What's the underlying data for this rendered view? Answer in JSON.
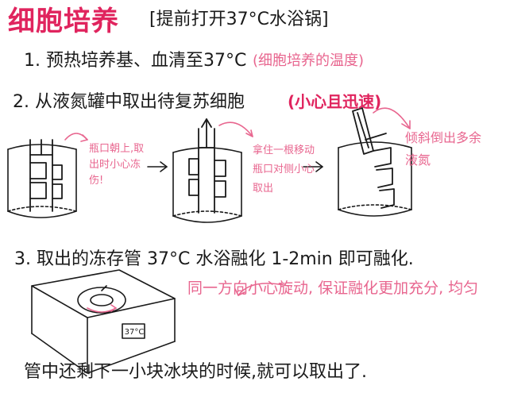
{
  "title": "细胞培养",
  "title_note": "[提前打开37°C水浴锅]",
  "steps": [
    {
      "text": "1. 预热培养基、血清至37°C",
      "note": "(细胞培养的温度)"
    },
    {
      "text": "2. 从液氮罐中取出待复苏细胞",
      "note": "(小心且迅速)"
    },
    {
      "text": "3. 取出的冻存管 37°C 水浴融化 1-2min 即可融化.",
      "note": "同一方向小心旋动, 保证融化更加充分, 均匀"
    }
  ],
  "panels": [
    {
      "note": "瓶口朝上,取出时小心冻伤!"
    },
    {
      "note": "拿住一根移动瓶口对侧小心取出"
    },
    {
      "note": "倾斜倒出多余液氮"
    }
  ],
  "water_bath_display": "37°C",
  "footer": "管中还剩下一小块冰块的时候,就可以取出了.",
  "colors": {
    "ink": "#1a1a1a",
    "accent_pink": "#e8668f",
    "accent_red": "#e0245e"
  }
}
